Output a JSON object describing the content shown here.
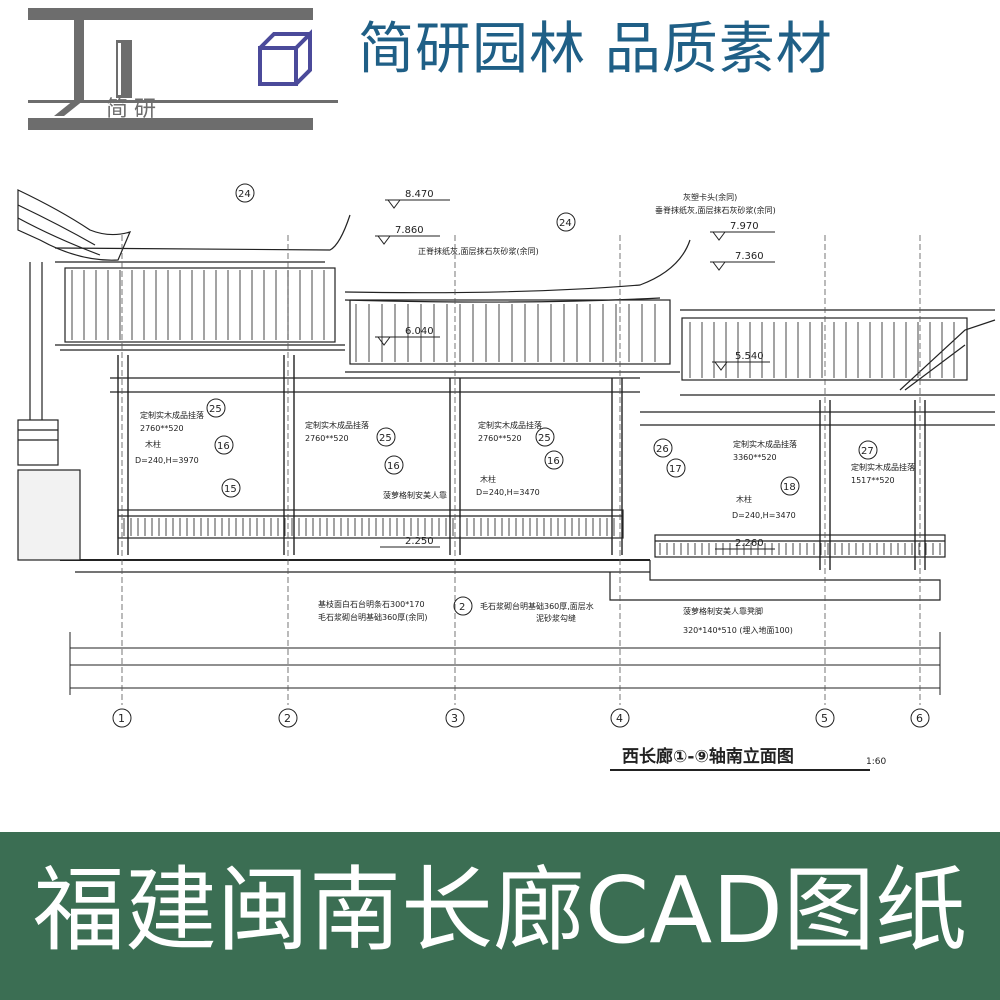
{
  "header": {
    "logo_text": "简研",
    "brand_title": "简研园林 品质素材"
  },
  "drawing": {
    "title": "西长廊①-⑨轴南立面图",
    "scale": "1:60",
    "elevations": [
      "8.470",
      "7.860",
      "7.970",
      "7.360",
      "6.040",
      "5.540",
      "2.250",
      "2.260"
    ],
    "callouts": [
      "24",
      "24",
      "25",
      "25",
      "25",
      "16",
      "16",
      "16",
      "15",
      "2",
      "26",
      "17",
      "18",
      "27"
    ],
    "axes": [
      "1",
      "2",
      "3",
      "4",
      "5",
      "6"
    ],
    "notes": {
      "hanging_1": "定制实木成品挂落",
      "hanging_1_size": "2760**520",
      "hanging_2": "定制实木成品挂落",
      "hanging_2_size": "2760**520",
      "hanging_3": "定制实木成品挂落",
      "hanging_3_size": "2760**520",
      "hanging_4": "定制实木成品挂落",
      "hanging_4_size": "3360**520",
      "hanging_5": "定制实木成品挂落",
      "hanging_5_size": "1517**520",
      "column_1": "木柱",
      "column_1_size": "D=240,H=3970",
      "column_2": "木柱",
      "column_2_size": "D=240,H=3470",
      "column_3": "木柱",
      "column_3_size": "D=240,H=3470",
      "roof_ridge": "正脊抹纸灰,面层抹石灰砂浆(余同)",
      "ridge_end": "灰塑卡头(余同)",
      "ridge_body": "垂脊抹纸灰,面层抹石灰砂浆(余同)",
      "bench": "菠萝格制安美人靠",
      "base_1": "基枝面白石台明条石300*170",
      "base_2": "毛石浆砌台明基础360厚(余同)",
      "base_3": "毛石浆砌台明基础360厚,面层水",
      "base_4": "泥砂浆勾缝",
      "bench_2": "菠萝格制安美人靠凳脚",
      "bench_2_size": "320*140*510 (埋入地面100)"
    }
  },
  "banner": {
    "text": "福建闽南长廊CAD图纸"
  },
  "colors": {
    "brand": "#1f5f86",
    "banner_bg": "#3b6e53",
    "logo_gray": "#6d6d6d",
    "logo_purple": "#4b4a9a"
  }
}
